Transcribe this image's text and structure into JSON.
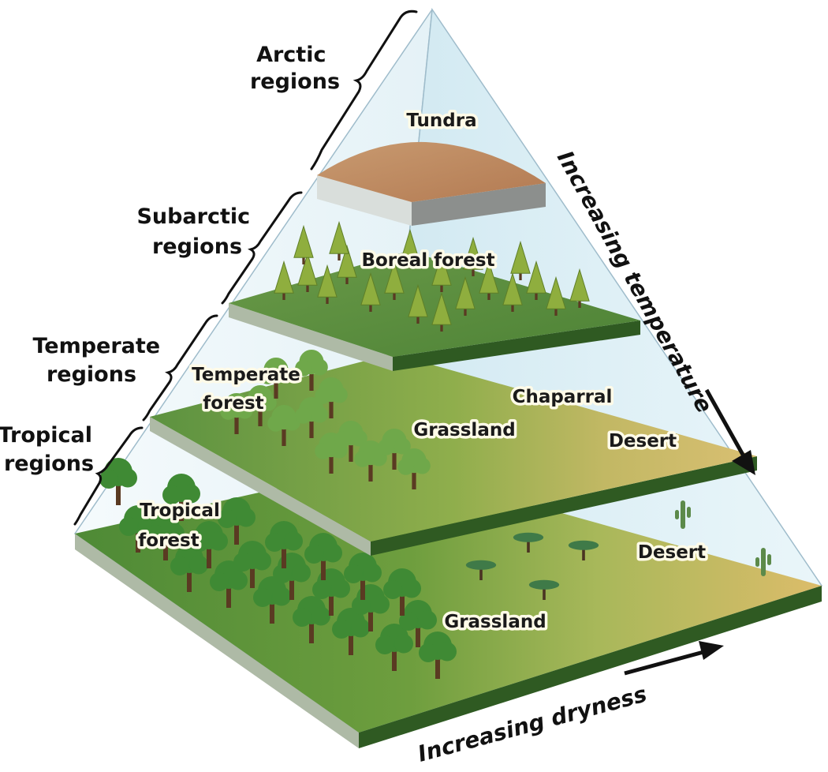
{
  "regions": {
    "arctic": [
      "Arctic",
      "regions"
    ],
    "subarctic": [
      "Subarctic",
      "regions"
    ],
    "temperate": [
      "Temperate",
      "regions"
    ],
    "tropical": [
      "Tropical",
      "regions"
    ]
  },
  "biomes": {
    "tundra": [
      "Tundra"
    ],
    "boreal_forest": [
      "Boreal forest"
    ],
    "temperate_forest": [
      "Temperate",
      "forest"
    ],
    "chaparral": [
      "Chaparral"
    ],
    "temperate_grassland": [
      "Grassland"
    ],
    "temperate_desert": [
      "Desert"
    ],
    "tropical_forest": [
      "Tropical",
      "forest"
    ],
    "tropical_grassland": [
      "Grassland"
    ],
    "tropical_desert": [
      "Desert"
    ]
  },
  "axes": {
    "temperature": "Increasing temperature",
    "dryness": "Increasing dryness"
  },
  "colors": {
    "glass": "#cfe6ee",
    "forest_green": "#4f8a3c",
    "dark_green": "#2f5a22",
    "grass_green": "#7ea848",
    "desert_tan": "#d8b866",
    "tundra_brown": "#b98a5e",
    "slab_side": "#a9b9a0"
  }
}
